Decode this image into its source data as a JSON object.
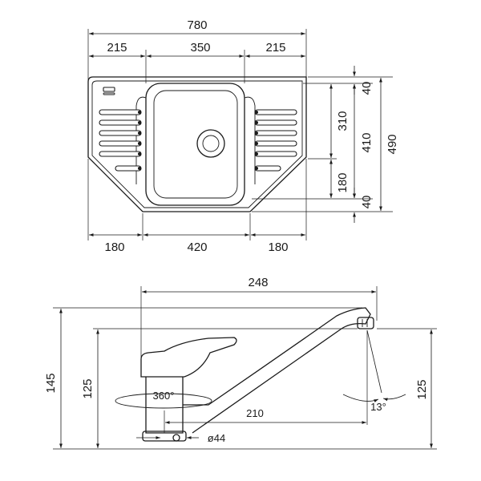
{
  "sink": {
    "overall_width": "780",
    "left_section": "215",
    "center_section": "350",
    "right_section": "215",
    "bottom_left": "180",
    "bottom_center": "420",
    "bottom_right": "180",
    "right_dims": {
      "top_gap": "40",
      "bowl_depth": "310",
      "inner_depth": "410",
      "total_depth": "490",
      "chamfer": "180",
      "bottom_gap": "40"
    }
  },
  "faucet": {
    "spout_reach": "248",
    "total_height": "145",
    "spout_height_left": "125",
    "spout_height_right": "125",
    "swivel_angle": "360°",
    "base_to_outlet": "210",
    "base_diameter": "ø44",
    "outlet_angle": "13°"
  }
}
